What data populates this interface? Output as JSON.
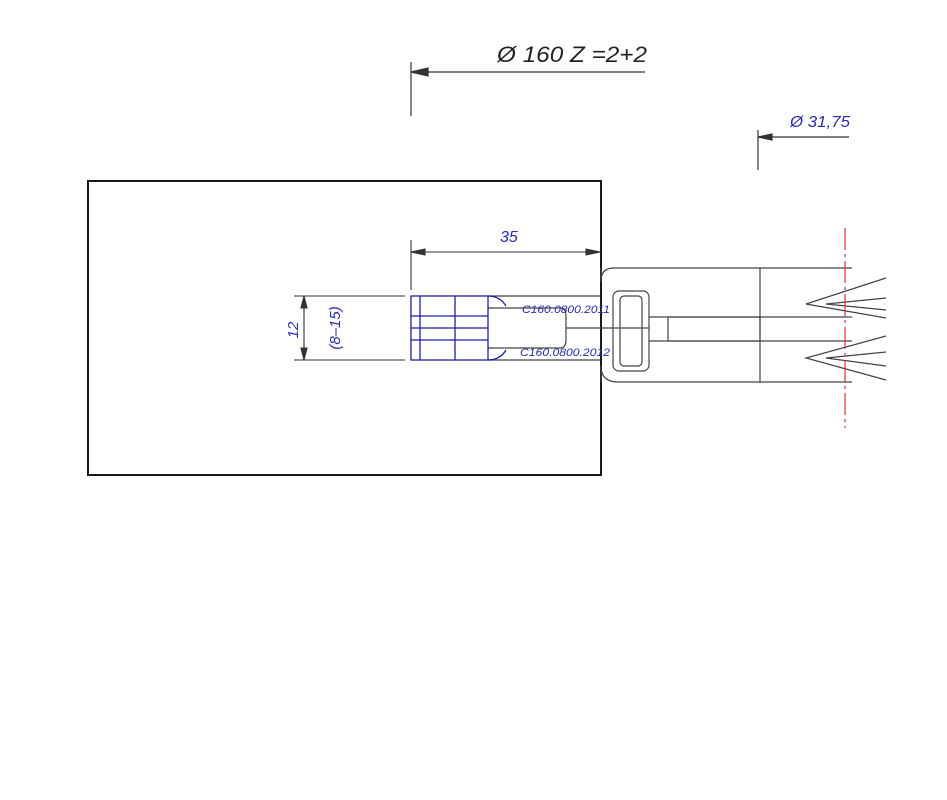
{
  "drawing": {
    "dimensions": {
      "cutter_diameter": "Ø 160  Z =2+2",
      "bore_diameter": "Ø 31,75",
      "depth": "35",
      "width": "12",
      "width_range": "(8–15)"
    },
    "part_numbers": {
      "upper_knife": "C160.0800.2011",
      "lower_knife": "C160.0800.2012"
    },
    "colors": {
      "outline": "#1a1a1a",
      "tool_outline": "#444444",
      "dimension": "#2a2ab8",
      "tool_blue": "#1f1fa8",
      "centerline": "#e0303a"
    }
  }
}
